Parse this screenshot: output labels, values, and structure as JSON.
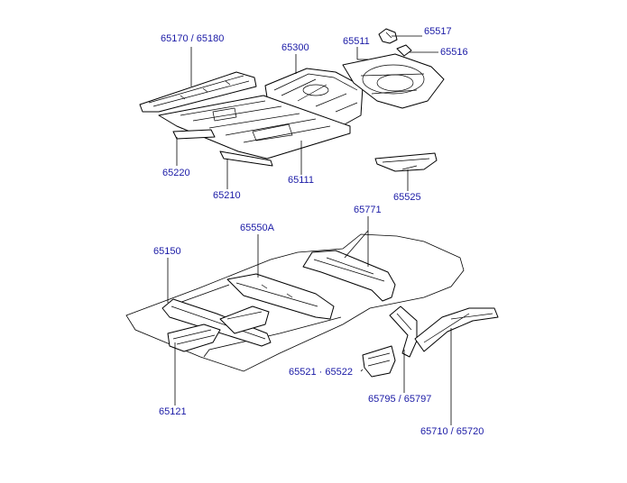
{
  "labels": {
    "l65170": "65170",
    "l65180": "65180",
    "l65300": "65300",
    "l65511": "65511",
    "l65517": "65517",
    "l65516": "65516",
    "l65220": "65220",
    "l65210": "65210",
    "l65111": "65111",
    "l65525": "65525",
    "l65771": "65771",
    "l65550A": "65550A",
    "l65150": "65150",
    "l65521": "65521",
    "l65522": "65522",
    "l65795": "65795",
    "l65797": "65797",
    "l65121": "65121",
    "l65710": "65710",
    "l65720": "65720"
  },
  "colors": {
    "label": "#1a1aa6",
    "line": "#000000",
    "background": "#ffffff"
  }
}
